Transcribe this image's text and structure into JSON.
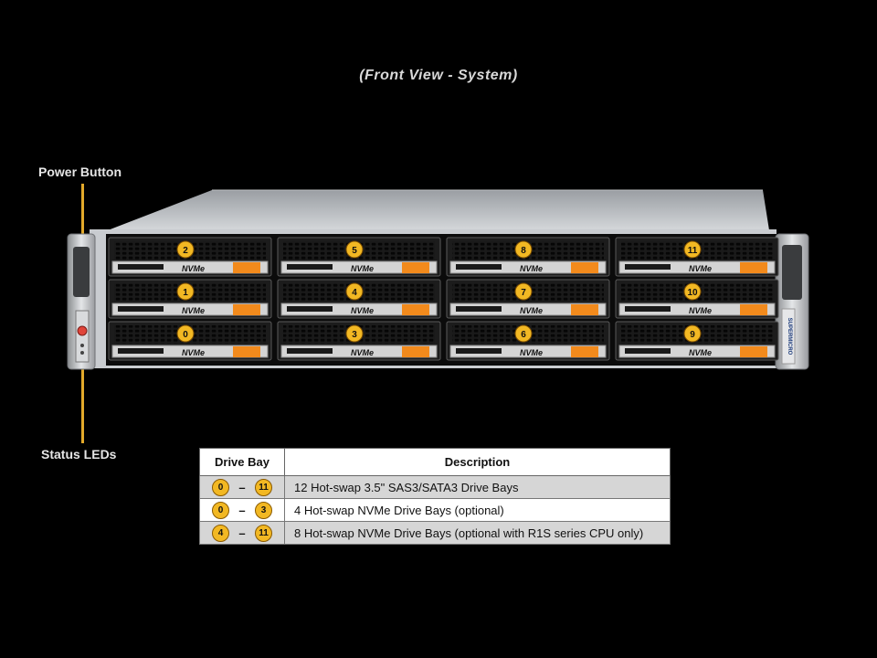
{
  "title": "(Front View - System)",
  "callouts": {
    "power": "Power Button",
    "status": "Status LEDs"
  },
  "brand": "SUPERMICRO",
  "bay_label": "NVMe",
  "bay_rows": [
    [
      "2",
      "5",
      "8",
      "11"
    ],
    [
      "1",
      "4",
      "7",
      "10"
    ],
    [
      "0",
      "3",
      "6",
      "9"
    ]
  ],
  "table": {
    "headers": [
      "Drive Bay",
      "Description"
    ],
    "rows": [
      {
        "from": "0",
        "dash": "–",
        "to": "11",
        "desc": "12 Hot-swap 3.5\" SAS3/SATA3 Drive Bays"
      },
      {
        "from": "0",
        "dash": "–",
        "to": "3",
        "desc": "4 Hot-swap NVMe Drive Bays (optional)"
      },
      {
        "from": "4",
        "dash": "–",
        "to": "11",
        "desc": "8 Hot-swap NVMe Drive Bays (optional with R1S series CPU only)"
      }
    ]
  },
  "colors": {
    "badge": "#f2b823",
    "handle": "#f28a1c",
    "leader": "#e3a92a"
  }
}
